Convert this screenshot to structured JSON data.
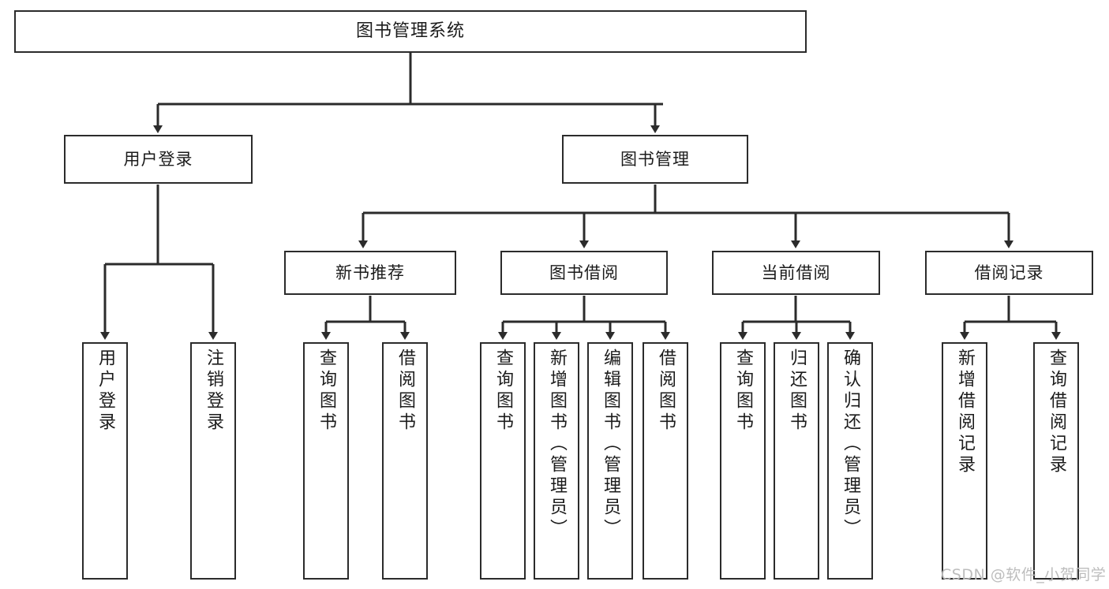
{
  "diagram": {
    "type": "tree-hierarchy",
    "title": "图书管理系统",
    "root": {
      "label": "图书管理系统"
    },
    "level2": [
      {
        "id": "user-login",
        "label": "用户登录"
      },
      {
        "id": "book-manage",
        "label": "图书管理"
      }
    ],
    "level3": [
      {
        "id": "new-book-rec",
        "label": "新书推荐"
      },
      {
        "id": "book-borrow",
        "label": "图书借阅"
      },
      {
        "id": "current-borrow",
        "label": "当前借阅"
      },
      {
        "id": "borrow-record",
        "label": "借阅记录"
      }
    ],
    "leaves": [
      {
        "id": "leaf-user-login",
        "label": "用户登录"
      },
      {
        "id": "leaf-logout",
        "label": "注销登录"
      },
      {
        "id": "leaf-query-book-1",
        "label": "查询图书"
      },
      {
        "id": "leaf-borrow-book-1",
        "label": "借阅图书"
      },
      {
        "id": "leaf-query-book-2",
        "label": "查询图书"
      },
      {
        "id": "leaf-add-book",
        "label": "新增图书（管理员）"
      },
      {
        "id": "leaf-edit-book",
        "label": "编辑图书（管理员）"
      },
      {
        "id": "leaf-borrow-book-2",
        "label": "借阅图书"
      },
      {
        "id": "leaf-query-book-3",
        "label": "查询图书"
      },
      {
        "id": "leaf-return-book",
        "label": "归还图书"
      },
      {
        "id": "leaf-confirm-return",
        "label": "确认归还（管理员）"
      },
      {
        "id": "leaf-add-record",
        "label": "新增借阅记录"
      },
      {
        "id": "leaf-query-record",
        "label": "查询借阅记录"
      }
    ],
    "colors": {
      "stroke": "#2b2b2b",
      "fill": "#ffffff",
      "text": "#1b1b1b",
      "watermark": "#bdbdbd"
    }
  },
  "watermark": {
    "text": "CSDN @软件_小贺同学"
  }
}
